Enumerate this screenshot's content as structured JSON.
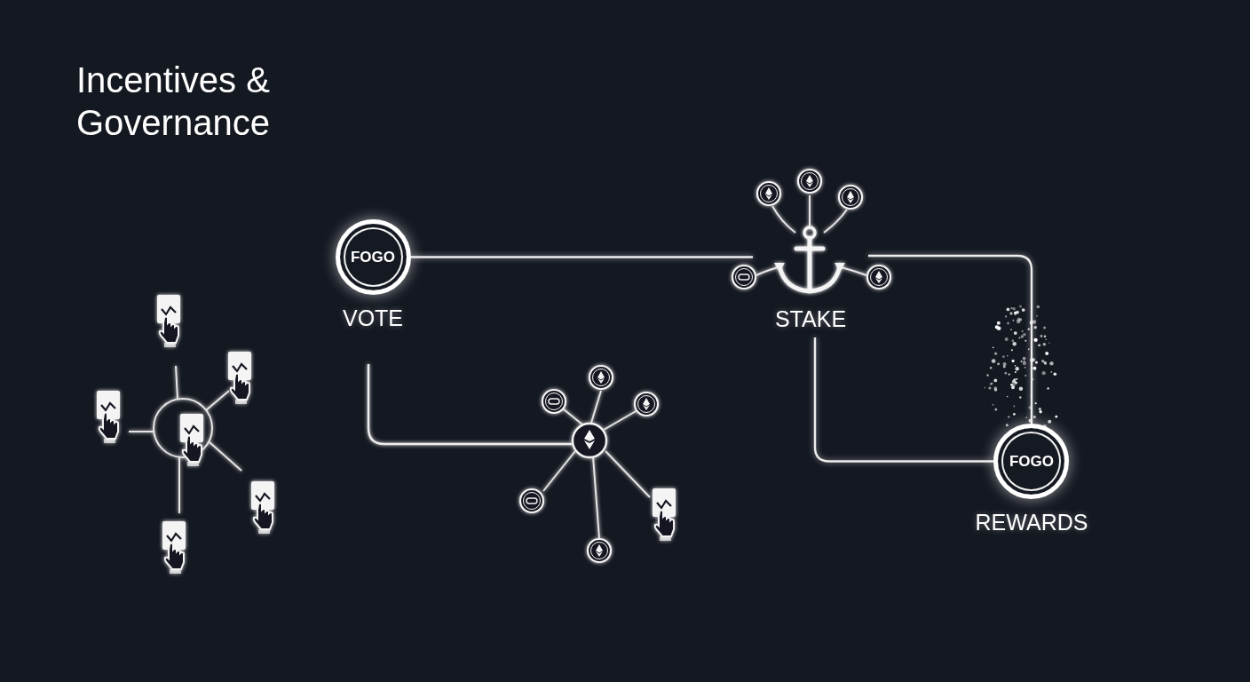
{
  "diagram": {
    "title": "Incentives & Governance",
    "nodes": [
      {
        "text": [
          "FOGO",
          "VOTE"
        ]
      },
      {
        "text": [
          "STAKE"
        ]
      },
      {
        "text": [
          "FOGO",
          "REWARDS"
        ]
      }
    ],
    "edges": [
      {
        "from": 0,
        "to": 1,
        "arrow": "none"
      },
      {
        "from": 1,
        "to": 2,
        "arrow": "none"
      },
      {
        "from": 1,
        "to": 2,
        "arrow": "none"
      }
    ]
  }
}
